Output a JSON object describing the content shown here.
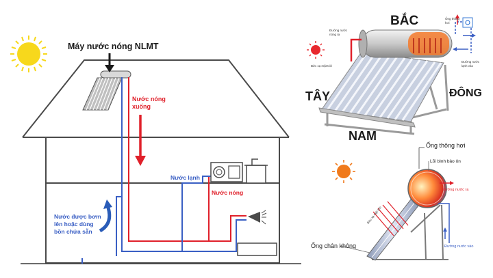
{
  "left_diagram": {
    "title": "Máy nước nóng NLMT",
    "hot_down": [
      "Nước nóng",
      "xuống"
    ],
    "cold_water": "Nước lạnh",
    "hot_water": "Nước nóng",
    "pumped": [
      "Nước được bơm",
      "lên hoặc dùng",
      "bồn chứa sẵn"
    ]
  },
  "top_right": {
    "north": "BẮC",
    "west": "TÂY",
    "east": "ĐÔNG",
    "south": "NAM",
    "vent": [
      "Ống thông",
      "hơi"
    ],
    "hot_out": [
      "Đường nước",
      "nóng ra"
    ],
    "cold_in": [
      "Đường nước",
      "lạnh vào"
    ],
    "sun_rays": "Bức xạ mặt trời"
  },
  "bottom_right": {
    "vent": "Ống thông hơi",
    "inner_tank": "Lõi bình bảo ôn",
    "hot_out": "Đường nước ra",
    "cold_in": "Đường nước vào",
    "vacuum_tube": "Ống chân không",
    "sun_rays": "Bức xạ mặt trời"
  },
  "colors": {
    "hot": "#e0202a",
    "cold": "#3a5fc4",
    "sun": "#f7d81c",
    "outline": "#4a4a4a",
    "arrow_blue": "#2a5cb8"
  }
}
